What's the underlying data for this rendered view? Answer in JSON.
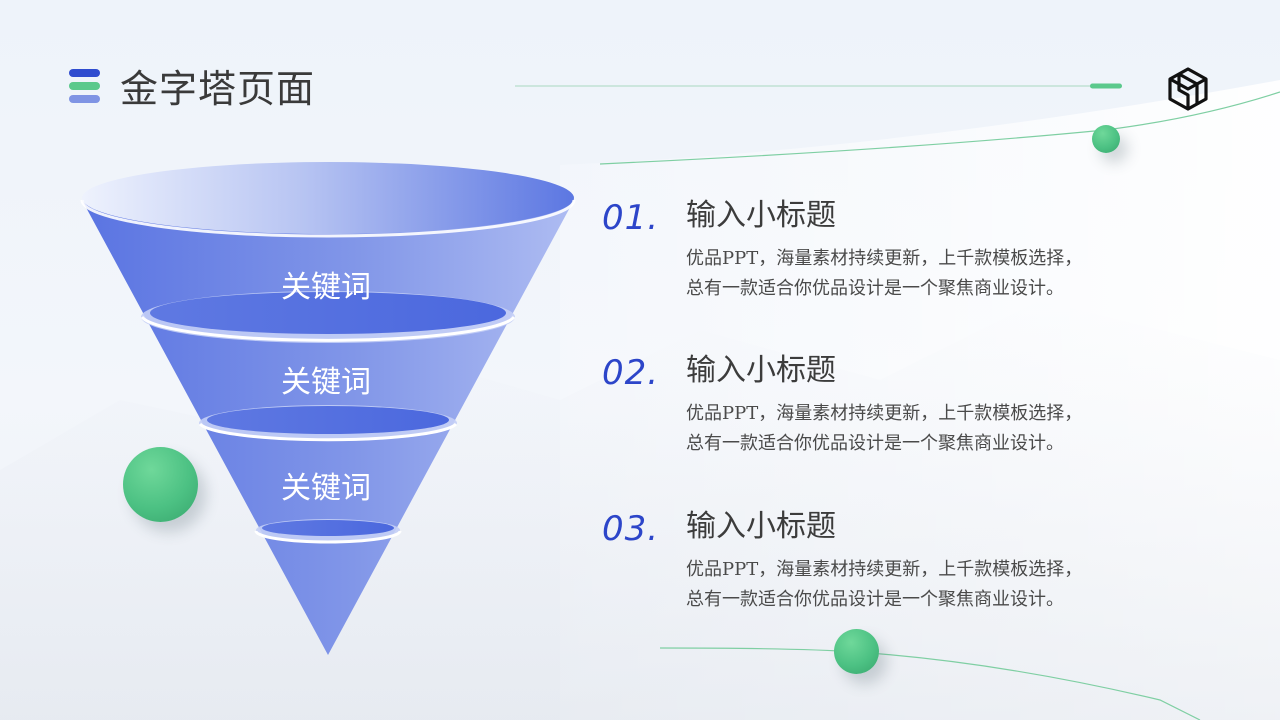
{
  "header": {
    "title": "金字塔页面"
  },
  "icons": {
    "menu": "three-stacked-bars-icon",
    "logo": "isometric-cube-logo-icon"
  },
  "colors": {
    "primary_blue": "#2c45c9",
    "funnel_blue": "#5b74e0",
    "funnel_light": "#dfe6fb",
    "accent_green": "#4cc183",
    "text_dark": "#3a3a3a",
    "background": "#eef3fa"
  },
  "funnel": {
    "levels": [
      {
        "label": "关键词"
      },
      {
        "label": "关键词"
      },
      {
        "label": "关键词"
      }
    ]
  },
  "items": [
    {
      "number": "01.",
      "title": "输入小标题",
      "desc_line1": "优品PPT，海量素材持续更新，上千款模板选择，",
      "desc_line2": "总有一款适合你优品设计是一个聚焦商业设计。"
    },
    {
      "number": "02.",
      "title": "输入小标题",
      "desc_line1": "优品PPT，海量素材持续更新，上千款模板选择，",
      "desc_line2": "总有一款适合你优品设计是一个聚焦商业设计。"
    },
    {
      "number": "03.",
      "title": "输入小标题",
      "desc_line1": "优品PPT，海量素材持续更新，上千款模板选择，",
      "desc_line2": "总有一款适合你优品设计是一个聚焦商业设计。"
    }
  ]
}
